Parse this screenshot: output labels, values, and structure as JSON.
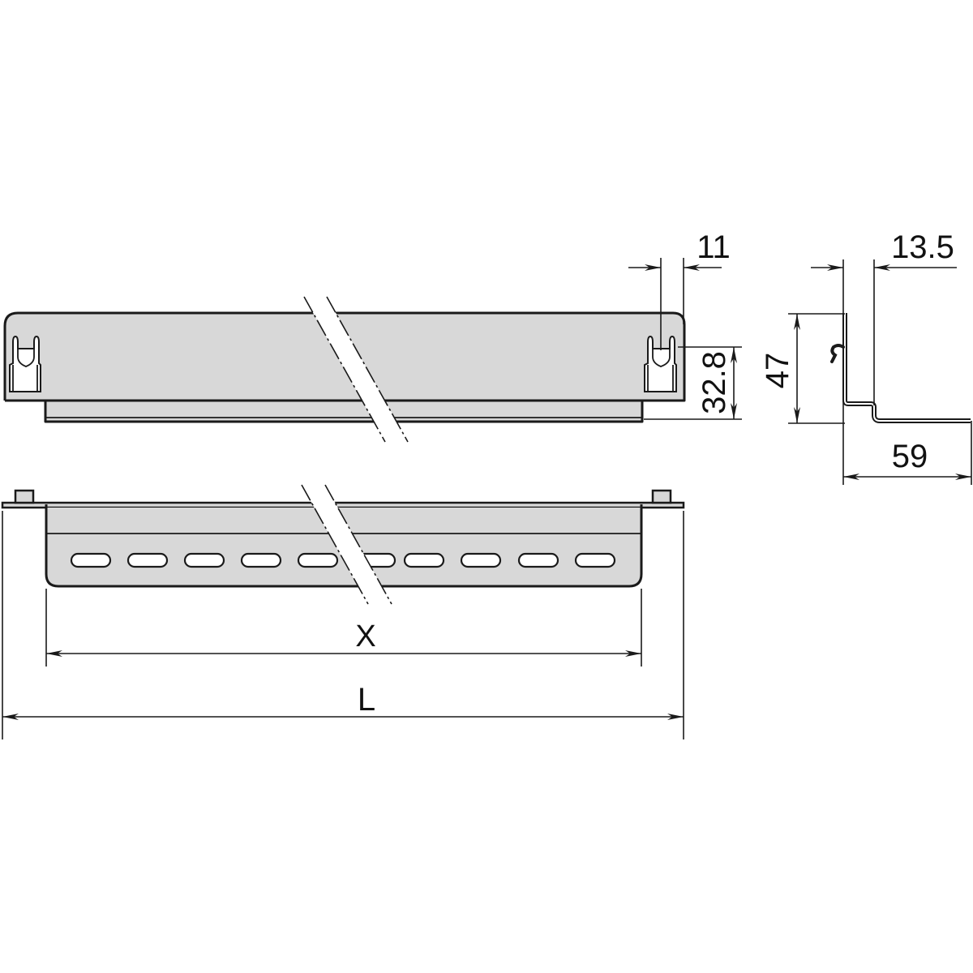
{
  "drawing": {
    "title": "Mounting rail with slotted flange - dimensional drawing",
    "colors": {
      "line": "#1a1a1a",
      "part_fill": "#d8d8d8",
      "background": "#ffffff"
    }
  },
  "front_view": {
    "dim_clip_offset": "11",
    "dim_clip_height": "32.8"
  },
  "profile_view": {
    "dim_top_width": "13.5",
    "dim_height": "47",
    "dim_depth": "59"
  },
  "top_view": {
    "slot_count": 10,
    "dim_slot_span": "X",
    "dim_total_length": "L"
  }
}
